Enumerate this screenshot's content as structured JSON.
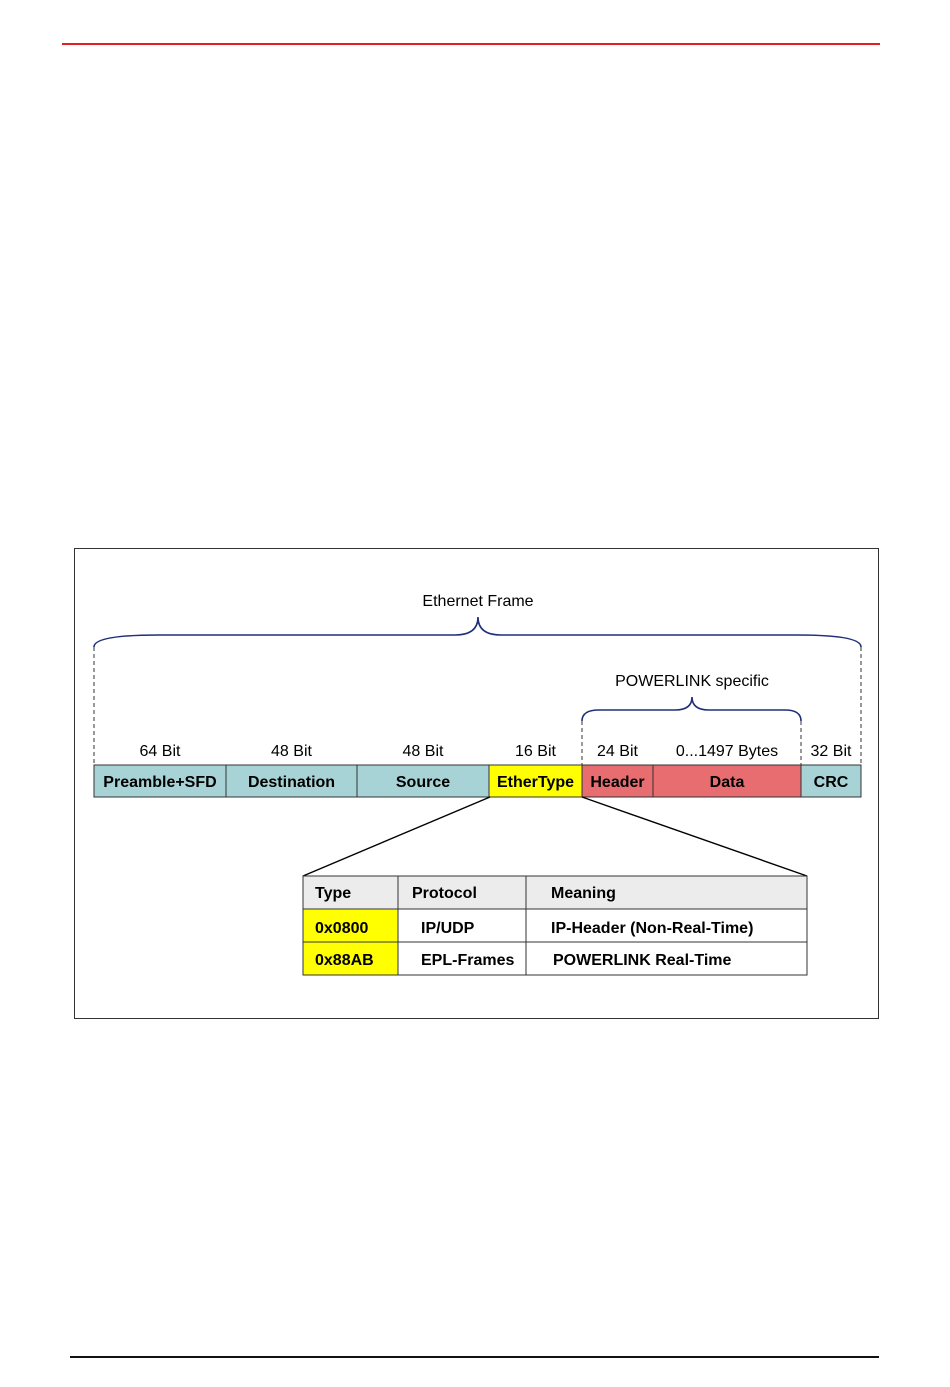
{
  "frame_label": "Ethernet Frame",
  "powerlink_label": "POWERLINK specific",
  "colors": {
    "accent_rule": "#e0201f",
    "field_ethernet": "#a8d3d6",
    "field_ethertype": "#ffff00",
    "field_powerlink": "#e76d70",
    "brace": "#1f2f7a",
    "table_header_bg": "#ececec"
  },
  "fields": [
    {
      "size": "64 Bit",
      "name": "Preamble+SFD",
      "kind": "ethernet"
    },
    {
      "size": "48 Bit",
      "name": "Destination",
      "kind": "ethernet"
    },
    {
      "size": "48 Bit",
      "name": "Source",
      "kind": "ethernet"
    },
    {
      "size": "16 Bit",
      "name": "EtherType",
      "kind": "ethertype"
    },
    {
      "size": "24 Bit",
      "name": "Header",
      "kind": "powerlink"
    },
    {
      "size": "0...1497 Bytes",
      "name": "Data",
      "kind": "powerlink"
    },
    {
      "size": "32 Bit",
      "name": "CRC",
      "kind": "ethernet"
    }
  ],
  "table": {
    "headers": [
      "Type",
      "Protocol",
      "Meaning"
    ],
    "rows": [
      [
        "0x0800",
        "IP/UDP",
        "IP-Header (Non-Real-Time)"
      ],
      [
        "0x88AB",
        "EPL-Frames",
        "POWERLINK Real-Time"
      ]
    ]
  }
}
